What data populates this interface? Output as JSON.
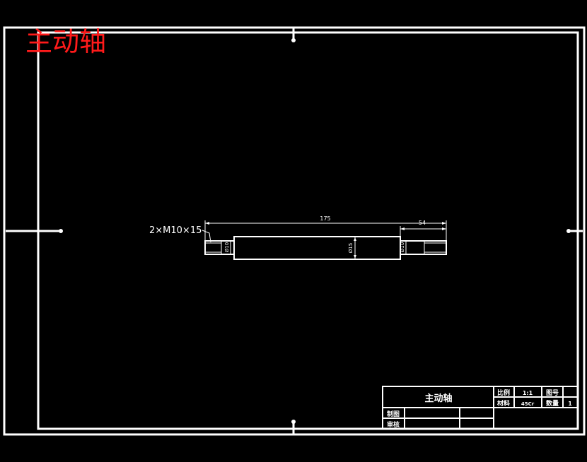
{
  "heading": "主动轴",
  "callout": "2×M10×15",
  "dimensions": {
    "overall_length": "175",
    "end_length": "54",
    "dia_left": "Ø10",
    "dia_mid": "Ø15",
    "dia_right": "Ø10"
  },
  "title_block": {
    "part_name": "主动轴",
    "scale_label": "比例",
    "scale_value": "1:1",
    "drawing_no_label": "图号",
    "drawing_no_value": "",
    "material_label": "材料",
    "material_value": "45Cr",
    "quantity_label": "数量",
    "quantity_value": "1",
    "drawn_by_label": "制图",
    "checked_by_label": "审核"
  },
  "colors": {
    "background": "#000000",
    "line": "#ffffff",
    "heading": "#ff1a1a"
  }
}
